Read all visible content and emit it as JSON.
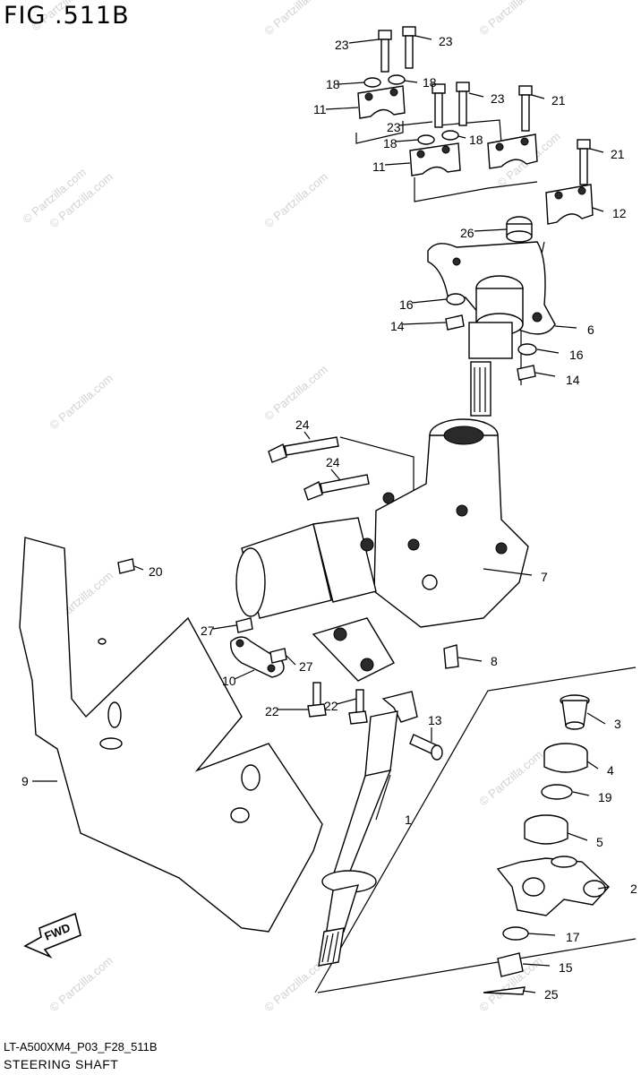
{
  "header": {
    "title": "FIG .511B"
  },
  "footer": {
    "code": "LT-A500XM4_P03_F28_511B",
    "caption": "STEERING SHAFT"
  },
  "watermark": {
    "text": "© Partzilla.com"
  },
  "fwd_label": "FWD",
  "callouts": [
    "1",
    "2",
    "3",
    "4",
    "5",
    "6",
    "7",
    "8",
    "9",
    "10",
    "11",
    "11",
    "12",
    "13",
    "14",
    "14",
    "16",
    "16",
    "17",
    "15",
    "18",
    "18",
    "18",
    "18",
    "19",
    "20",
    "21",
    "21",
    "22",
    "22",
    "23",
    "23",
    "23",
    "23",
    "24",
    "24",
    "25",
    "26",
    "27",
    "27"
  ]
}
